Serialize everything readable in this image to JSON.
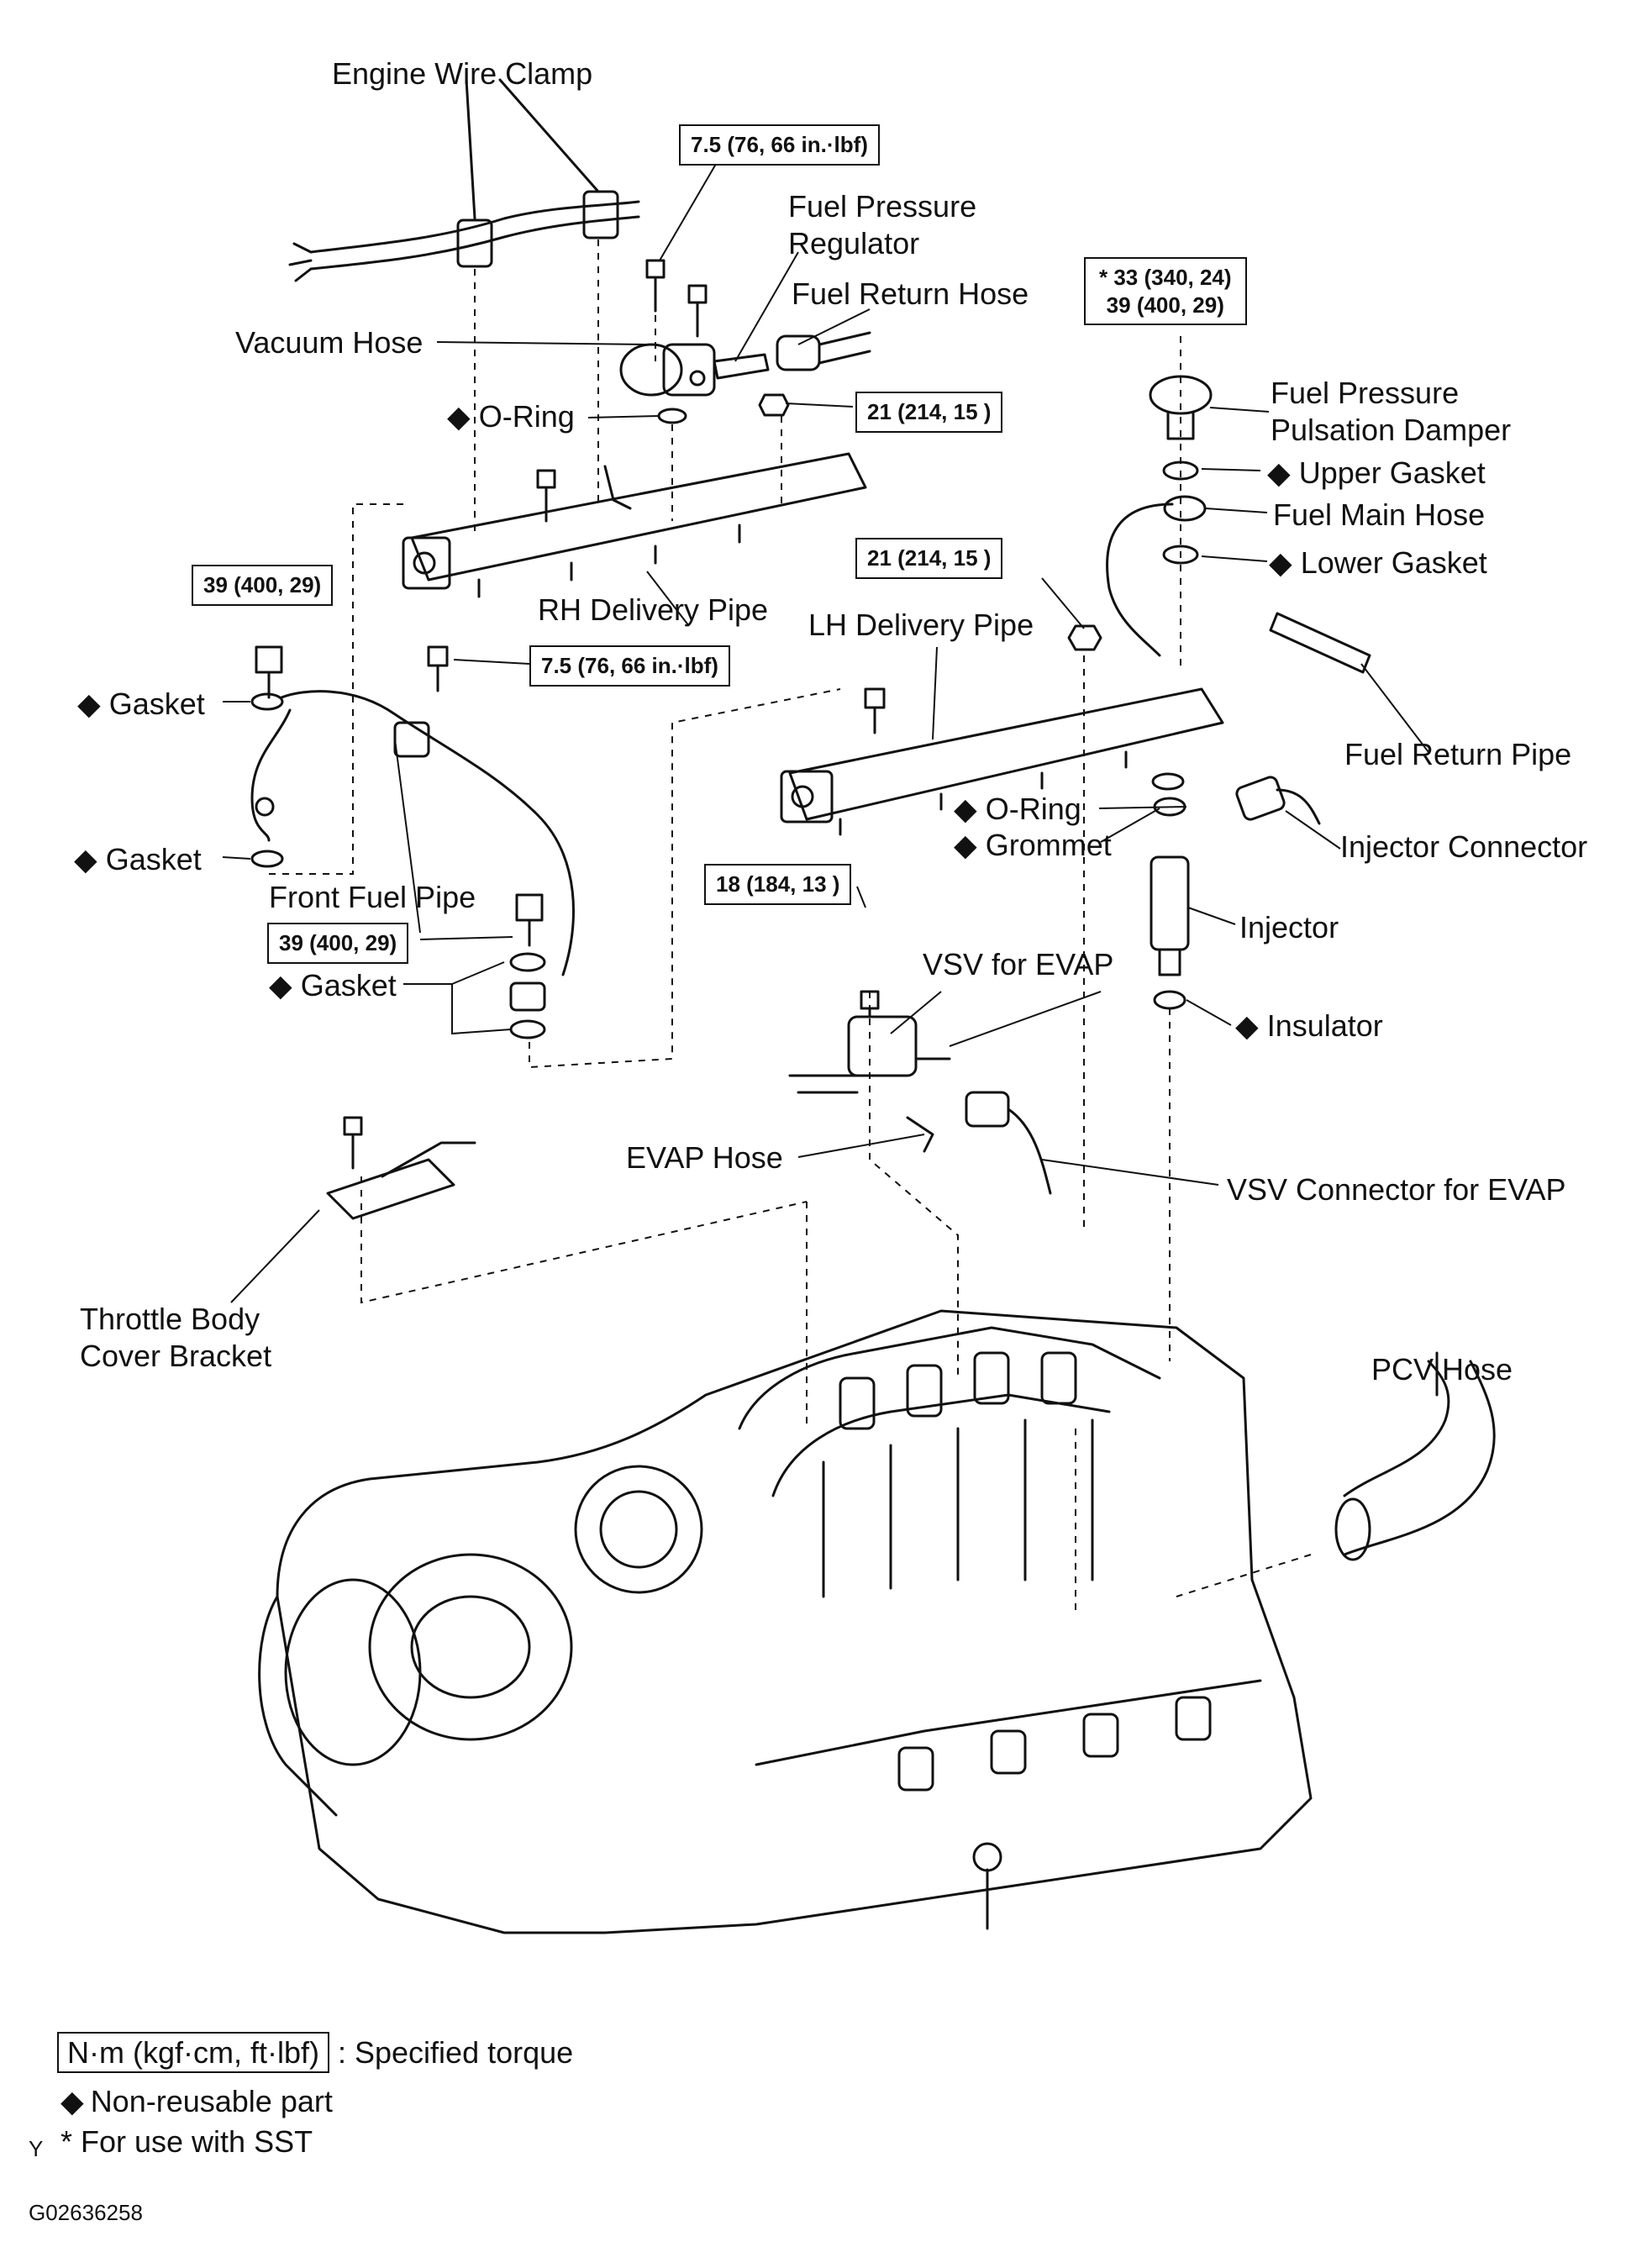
{
  "diagram": {
    "labels": {
      "engine_wire_clamp": "Engine Wire Clamp",
      "fuel_pressure_regulator_1": "Fuel Pressure",
      "fuel_pressure_regulator_2": "Regulator",
      "fuel_return_hose": "Fuel Return Hose",
      "vacuum_hose": "Vacuum Hose",
      "o_ring_top": "O-Ring",
      "fuel_pressure_pulsation_damper_1": "Fuel Pressure",
      "fuel_pressure_pulsation_damper_2": "Pulsation Damper",
      "upper_gasket": "Upper Gasket",
      "fuel_main_hose": "Fuel Main Hose",
      "lower_gasket": "Lower Gasket",
      "rh_delivery_pipe": "RH Delivery Pipe",
      "lh_delivery_pipe": "LH Delivery Pipe",
      "fuel_return_pipe": "Fuel Return Pipe",
      "gasket_1": "Gasket",
      "gasket_2": "Gasket",
      "gasket_3": "Gasket",
      "front_fuel_pipe": "Front Fuel Pipe",
      "o_ring_mid": "O-Ring",
      "grommet": "Grommet",
      "injector_connector": "Injector Connector",
      "injector": "Injector",
      "insulator": "Insulator",
      "vsv_for_evap": "VSV for EVAP",
      "evap_hose": "EVAP Hose",
      "vsv_connector_for_evap": "VSV Connector for EVAP",
      "throttle_body_cover_bracket_1": "Throttle Body",
      "throttle_body_cover_bracket_2": "Cover Bracket",
      "pcv_hose": "PCV Hose"
    },
    "torque_boxes": {
      "t1": "7.5 (76, 66 in.·lbf)",
      "t2": "21 (214, 15 )",
      "t3_line1": "* 33 (340, 24)",
      "t3_line2": "39 (400, 29)",
      "t4": "39 (400, 29)",
      "t5": "7.5 (76, 66 in.·lbf)",
      "t6": "21 (214, 15 )",
      "t7": "18 (184, 13 )",
      "t8": "39 (400, 29)"
    },
    "non_reusable_symbol": "◆"
  },
  "legend": {
    "torque_sample": "N·m (kgf·cm, ft·lbf)",
    "torque_text": ": Specified torque",
    "non_reusable_symbol": "◆",
    "non_reusable_text": "Non-reusable part",
    "sst_text": "* For use with SST",
    "corner_mark": "Y"
  },
  "figure_code": "G02636258"
}
